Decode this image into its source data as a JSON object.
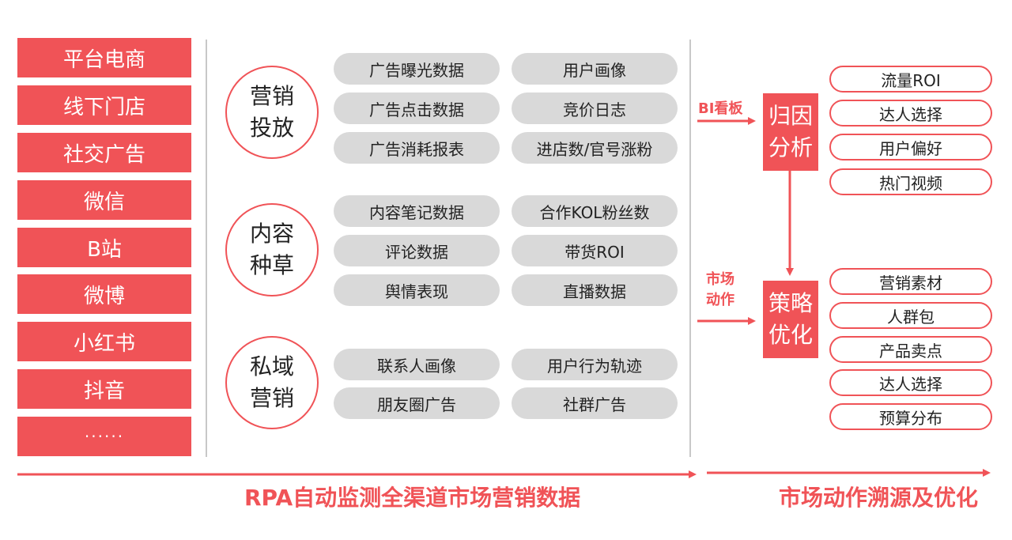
{
  "channels": [
    "平台电商",
    "线下门店",
    "社交广告",
    "微信",
    "B站",
    "微博",
    "小红书",
    "抖音",
    "······"
  ],
  "groups": [
    {
      "title_line1": "营销",
      "title_line2": "投放",
      "items": [
        "广告曝光数据",
        "用户画像",
        "广告点击数据",
        "竞价日志",
        "广告消耗报表",
        "进店数/官号涨粉"
      ]
    },
    {
      "title_line1": "内容",
      "title_line2": "种草",
      "items": [
        "内容笔记数据",
        "合作KOL粉丝数",
        "评论数据",
        "带货ROI",
        "舆情表现",
        "直播数据"
      ]
    },
    {
      "title_line1": "私域",
      "title_line2": "营销",
      "items": [
        "联系人画像",
        "用户行为轨迹",
        "朋友圈广告",
        "社群广告"
      ]
    }
  ],
  "flow": {
    "label_bi": "BI看板",
    "label_action_line1": "市场",
    "label_action_line2": "动作",
    "box_attribution_line1": "归因",
    "box_attribution_line2": "分析",
    "box_strategy_line1": "策略",
    "box_strategy_line2": "优化"
  },
  "attribution_items": [
    "流量ROI",
    "达人选择",
    "用户偏好",
    "热门视频"
  ],
  "strategy_items": [
    "营销素材",
    "人群包",
    "产品卖点",
    "达人选择",
    "预算分布"
  ],
  "banners": {
    "left": "RPA自动监测全渠道市场营销数据",
    "right": "市场动作溯源及优化"
  },
  "colors": {
    "accent": "#f05357",
    "pill_gray": "#d9d9d9",
    "divider": "#c8c8c8"
  }
}
